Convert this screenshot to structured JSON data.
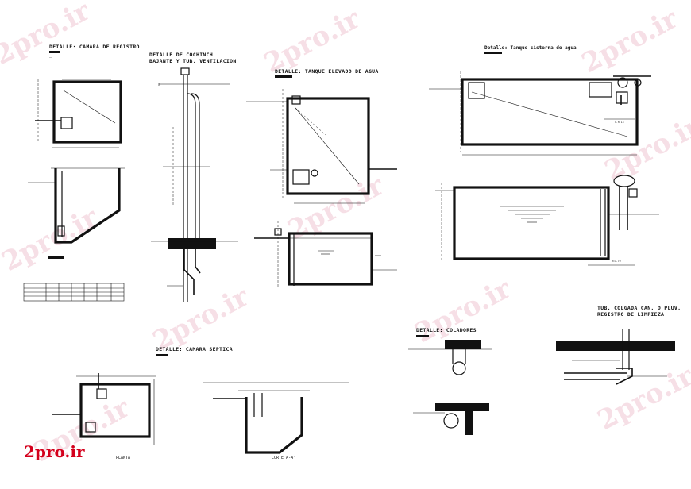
{
  "watermark": "2pro.ir",
  "logo": "2pro.ir",
  "titles": {
    "registro": "DETALLE: CAMARA DE REGISTRO",
    "cochinillo_1": "DETALLE DE COCHINCH",
    "cochinillo_2": "BAJANTE Y TUB. VENTILACION",
    "tanque_elevado": "DETALLE: TANQUE ELEVADO DE AGUA",
    "cisterna": "Detalle: Tanque cisterna de agua",
    "septica": "DETALLE: CAMARA SEPTICA",
    "coladores": "DETALLE: COLADORES",
    "tub_colgada_1": "TUB. COLGADA CAN. O PLUV.",
    "tub_colgada_2": "REGISTRO DE LIMPIEZA"
  },
  "labels": {
    "planta": "PLANTA",
    "corte_aa": "CORTE A-A'",
    "h_label": "H=1.70",
    "cr_label": "C.R.13"
  }
}
